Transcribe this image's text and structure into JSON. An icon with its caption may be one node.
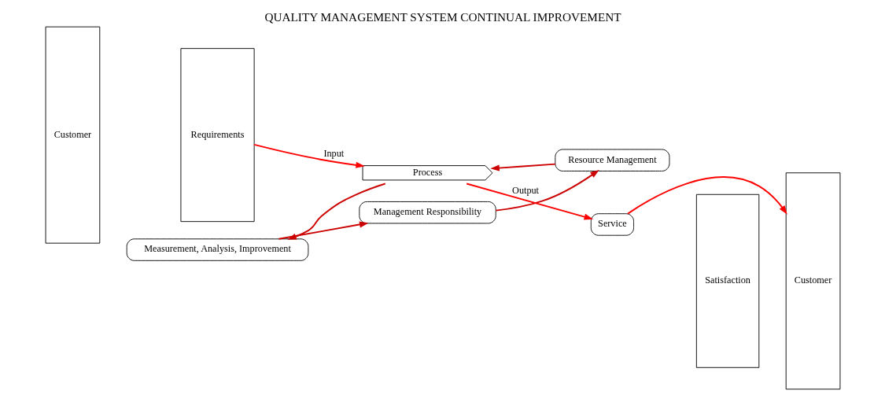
{
  "diagram": {
    "title": "QUALITY MANAGEMENT SYSTEM CONTINUAL IMPROVEMENT",
    "nodes": [
      {
        "text": [
          "Customer"
        ]
      },
      {
        "text": [
          "Requirements"
        ]
      },
      {
        "text": [
          "Management Responsibility"
        ]
      },
      {
        "text": [
          "Resource Management"
        ]
      },
      {
        "text": [
          "Measurement, Analysis, Improvement"
        ]
      },
      {
        "text": [
          "Process"
        ]
      },
      {
        "text": [
          "Service"
        ]
      },
      {
        "text": [
          "Satisfaction"
        ]
      },
      {
        "text": [
          "Customer"
        ]
      }
    ],
    "edges": [
      {
        "from": 1,
        "to": 5,
        "arrow": "to",
        "label": "Input",
        "color": "#ff0000"
      },
      {
        "from": 5,
        "to": 6,
        "arrow": "to",
        "label": "Output",
        "color": "#ff0000"
      },
      {
        "from": 6,
        "to": 8,
        "arrow": "to",
        "color": "#ff0000"
      },
      {
        "from": 2,
        "to": 3,
        "arrow": "to"
      },
      {
        "from": 3,
        "to": 5,
        "arrow": "to"
      },
      {
        "from": 5,
        "to": 4,
        "arrow": "to"
      },
      {
        "from": 4,
        "to": 2,
        "arrow": "to"
      }
    ]
  }
}
